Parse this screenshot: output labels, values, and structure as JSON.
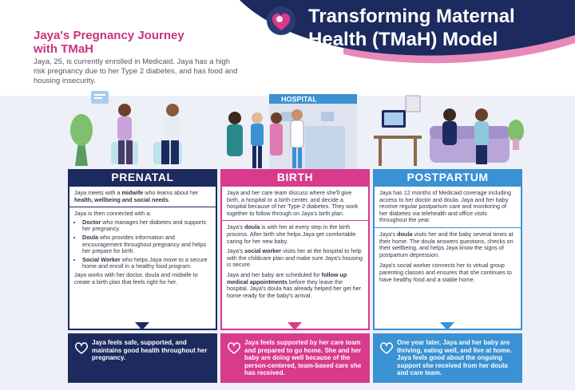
{
  "header": {
    "title": "Transforming Maternal Health (TMaH) Model"
  },
  "intro": {
    "title": "Jaya's Pregnancy Journey with TMaH",
    "text": "Jaya, 25, is currently enrolled in Medicaid. Jaya has a high risk pregnancy due to her Type 2 diabetes, and has food and housing insecurity."
  },
  "prenatal": {
    "heading": "PRENATAL",
    "p1_a": "Jaya meets with a ",
    "p1_b": "midwife",
    "p1_c": " who learns about her ",
    "p1_d": "health, wellbeing and social needs",
    "p1_e": ".",
    "p2_intro": "Jaya is then connected with a:",
    "b1_term": "Doctor",
    "b1_text": " who manages her diabetes and supports her pregnancy.",
    "b2_term": "Doula",
    "b2_text": " who provides information and encouragement throughout pregnancy and helps her prepare for birth.",
    "b3_term": "Social Worker",
    "b3_text": " who helps Jaya move to a secure home and enroll in a healthy food program.",
    "p3": "Jaya works with her doctor, doula and midwife to create a birth plan that feels right for her.",
    "outcome": "Jaya feels safe, supported, and maintains good health throughout her pregnancy."
  },
  "birth": {
    "heading": "BIRTH",
    "p1": "Jaya and her care team discuss where she'll give birth, a hospital or a birth center, and decide a hospital because of her Type-2 diabetes. They work together to follow through on Jaya's birth plan.",
    "p2_a": "Jaya's ",
    "p2_b": "doula",
    "p2_c": " is with her at every step in the birth process. After birth she helps Jaya get comfortable caring for her new baby.",
    "p3_a": "Jaya's ",
    "p3_b": "social worker",
    "p3_c": " visits her at the hospital to help with the childcare plan and make sure Jaya's housing is secure.",
    "p4_a": "Jaya and her baby are scheduled for ",
    "p4_b": "follow up medical appointments",
    "p4_c": " before they leave the hospital. Jaya's doula has already helped her get her home ready for the baby's arrival.",
    "outcome": "Jaya feels supported by her care team and prepared to go home. She and her baby are doing well because of the person-centered, team-based care she has received."
  },
  "postpartum": {
    "heading": "POSTPARTUM",
    "p1": "Jaya has 12 months of Medicaid coverage including access to her doctor and doula. Jaya and her baby receive regular postpartum care and monitoring of her diabetes via telehealth and office visits throughout the year.",
    "p2_a": "Jaya's ",
    "p2_b": "doula",
    "p2_c": " visits her and the baby several times at their home. The doula answers questions, checks on their wellbeing, and helps Jaya know the signs of postpartum depression.",
    "p3": "Jaya's social worker connects her to virtual group parenting classes and ensures that she continues to have healthy food and a stable home.",
    "outcome": "One year later, Jaya and her baby are thriving, eating well, and live at home. Jaya feels good about the ongoing support she received from her doula and care team."
  },
  "illustration": {
    "hospital_sign": "HOSPITAL"
  },
  "colors": {
    "navy": "#1c2a5e",
    "pink": "#d83a8c",
    "blue": "#3a91d3"
  }
}
